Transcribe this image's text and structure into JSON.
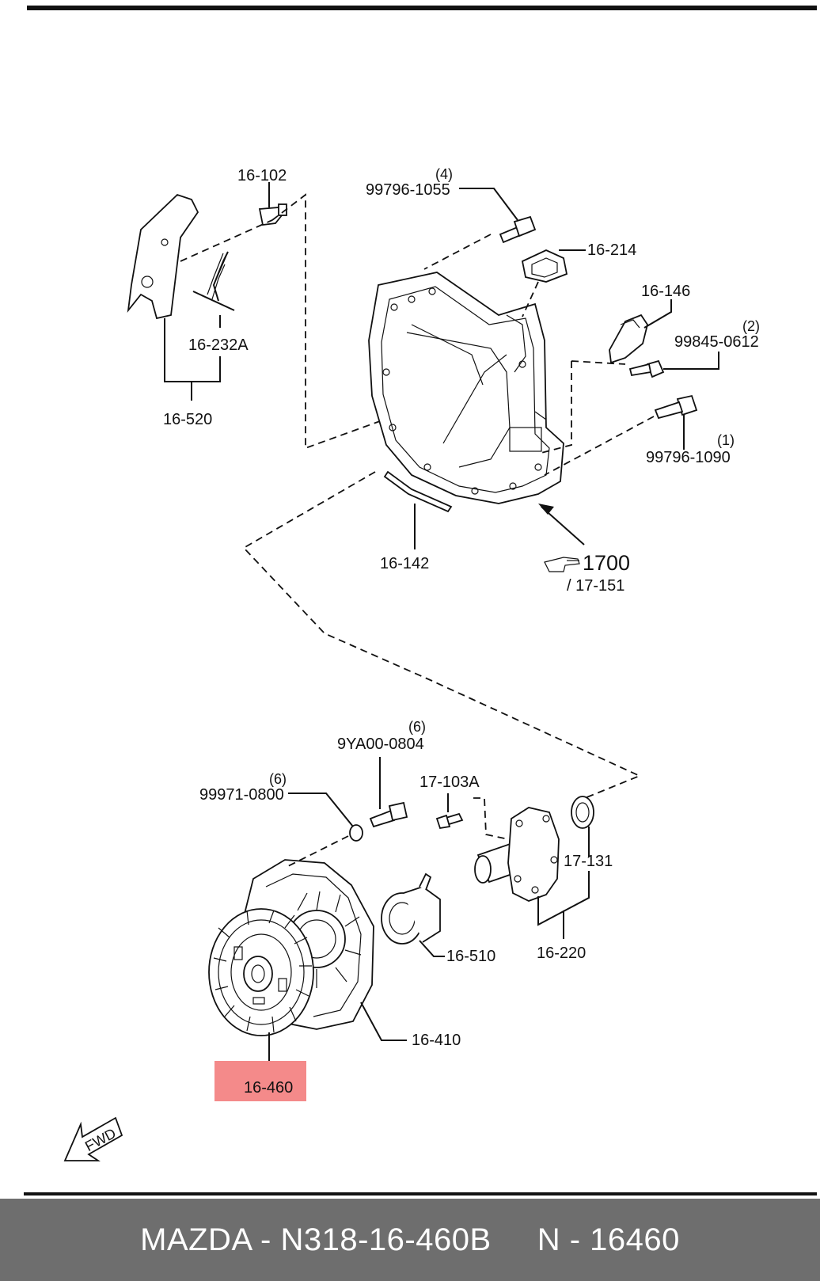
{
  "labels": {
    "p16_102": "16-102",
    "p16_232a": "16-232A",
    "p16_520": "16-520",
    "p99796_1055": "99796-1055",
    "q4": "(4)",
    "p16_214": "16-214",
    "p16_146": "16-146",
    "p99845_0612": "99845-0612",
    "q2": "(2)",
    "p99796_1090": "99796-1090",
    "q1": "(1)",
    "p16_142": "16-142",
    "ref_1700": "1700",
    "ref_17_151": "/ 17-151",
    "p9ya00_0804": "9YA00-0804",
    "q6a": "(6)",
    "p99971_0800": "99971-0800",
    "q6b": "(6)",
    "p17_103a": "17-103A",
    "p17_131": "17-131",
    "p16_510": "16-510",
    "p16_220": "16-220",
    "p16_410": "16-410",
    "p16_460": "16-460",
    "fwd": "FWD"
  },
  "highlight": {
    "part": "16-460",
    "color": "#f48a8a"
  },
  "footer": {
    "text": "MAZDA - N318-16-460B     N - 16460",
    "background": "#6e6e6e"
  }
}
